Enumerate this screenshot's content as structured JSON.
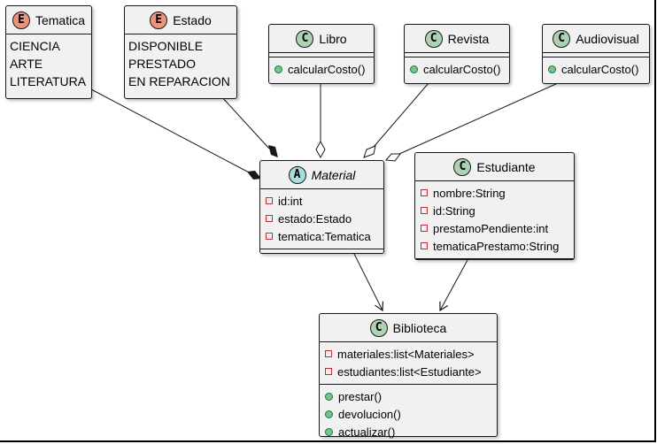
{
  "classes": {
    "tematica": {
      "stereotype": "E",
      "name": "Tematica",
      "values": [
        "CIENCIA",
        "ARTE",
        "LITERATURA"
      ]
    },
    "estado": {
      "stereotype": "E",
      "name": "Estado",
      "values": [
        "DISPONIBLE",
        "PRESTADO",
        "EN REPARACION"
      ]
    },
    "libro": {
      "stereotype": "C",
      "name": "Libro",
      "methods": [
        "calcularCosto()"
      ]
    },
    "revista": {
      "stereotype": "C",
      "name": "Revista",
      "methods": [
        "calcularCosto()"
      ]
    },
    "audiovisual": {
      "stereotype": "C",
      "name": "Audiovisual",
      "methods": [
        "calcularCosto()"
      ]
    },
    "material": {
      "stereotype": "A",
      "name": "Material",
      "attributes": [
        "id:int",
        "estado:Estado",
        "tematica:Tematica"
      ]
    },
    "estudiante": {
      "stereotype": "C",
      "name": "Estudiante",
      "attributes": [
        "nombre:String",
        "id:String",
        "prestamoPendiente:int",
        "tematicaPrestamo:String"
      ]
    },
    "biblioteca": {
      "stereotype": "C",
      "name": "Biblioteca",
      "attributes": [
        "materiales:list<Materiales>",
        "estudiantes:list<Estudiante>"
      ],
      "methods": [
        "prestar()",
        "devolucion()",
        "actualizar()"
      ]
    }
  },
  "relations": [
    {
      "from": "Tematica",
      "to": "Material",
      "kind": "composition"
    },
    {
      "from": "Estado",
      "to": "Material",
      "kind": "composition"
    },
    {
      "from": "Libro",
      "to": "Material",
      "kind": "aggregation"
    },
    {
      "from": "Revista",
      "to": "Material",
      "kind": "aggregation"
    },
    {
      "from": "Audiovisual",
      "to": "Material",
      "kind": "aggregation"
    },
    {
      "from": "Material",
      "to": "Biblioteca",
      "kind": "association"
    },
    {
      "from": "Estudiante",
      "to": "Biblioteca",
      "kind": "association"
    }
  ],
  "colors": {
    "class_circle": "#add1b2",
    "enum_circle": "#eb937f",
    "abstract_circle": "#a9dcdf",
    "private_marker": "#c82930",
    "public_marker": "#84be84",
    "box_fill": "#f1f1f1"
  }
}
